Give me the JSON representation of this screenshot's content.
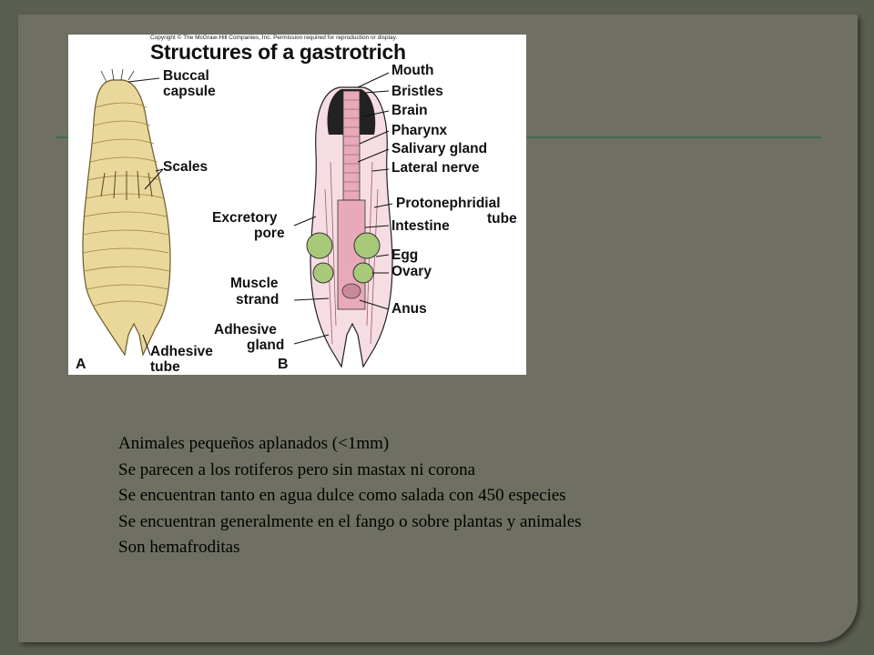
{
  "figure": {
    "copyright": "Copyright © The McGraw-Hill Companies, Inc. Permission required for reproduction or display.",
    "title": "Structures of a gastrotrich",
    "panel_a": "A",
    "panel_b": "B",
    "labels": {
      "buccal": "Buccal",
      "capsule": "capsule",
      "scales": "Scales",
      "adhesive_a": "Adhesive",
      "tube_a": "tube",
      "mouth": "Mouth",
      "bristles": "Bristles",
      "brain": "Brain",
      "pharynx": "Pharynx",
      "salivary": "Salivary gland",
      "lateral": "Lateral nerve",
      "protonephridial": "Protonephridial",
      "tube_b": "tube",
      "intestine": "Intestine",
      "excretory": "Excretory",
      "pore": "pore",
      "egg": "Egg",
      "ovary": "Ovary",
      "muscle": "Muscle",
      "strand": "strand",
      "anus": "Anus",
      "adhesive_b": "Adhesive",
      "gland": "gland"
    }
  },
  "bullets": [
    "Animales pequeños aplanados (<1mm)",
    "Se parecen a los rotiferos pero sin mastax ni corona",
    "Se encuentran tanto en agua dulce como salada con 450 especies",
    "Se encuentran generalmente en el fango o sobre plantas y animales",
    "Son hemafroditas"
  ],
  "colors": {
    "background": "#6f7063",
    "rule": "#3d6b55",
    "body_a": "#ead79b",
    "body_b_tissue": "#e8a9b8",
    "egg": "#a9c97a"
  }
}
